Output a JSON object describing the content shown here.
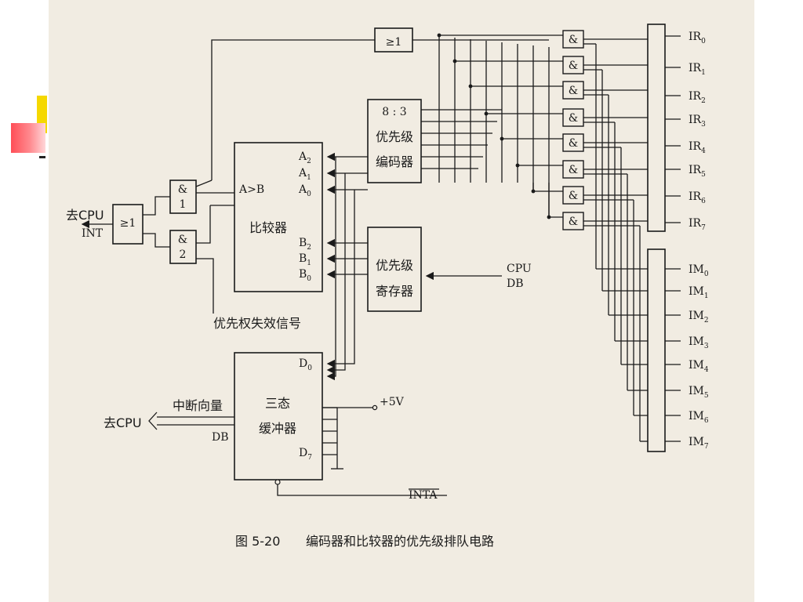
{
  "figure": {
    "caption_prefix": "图 5-20",
    "caption_text": "编码器和比较器的优先级排队电路"
  },
  "blocks": {
    "or_top": "≥1",
    "encoder": [
      "8 : 3",
      "优先级",
      "编码器"
    ],
    "comparator": {
      "title": "比较器",
      "cmp_label": "A>B"
    },
    "priority_register": [
      "优先级",
      "寄存器"
    ],
    "tristate_buffer": [
      "三态",
      "缓冲器"
    ],
    "or_out": "≥1",
    "and_gate_symbol": "&",
    "and1_num": "1",
    "and2_num": "2"
  },
  "pins": {
    "a": [
      {
        "base": "A",
        "sub": "2"
      },
      {
        "base": "A",
        "sub": "1"
      },
      {
        "base": "A",
        "sub": "0"
      }
    ],
    "b": [
      {
        "base": "B",
        "sub": "2"
      },
      {
        "base": "B",
        "sub": "1"
      },
      {
        "base": "B",
        "sub": "0"
      }
    ],
    "d0": {
      "base": "D",
      "sub": "0"
    },
    "d7": {
      "base": "D",
      "sub": "7"
    }
  },
  "labels": {
    "to_cpu_int": "去CPU",
    "int": "INT",
    "priority_invalid": "优先权失效信号",
    "vector": "中断向量",
    "to_cpu_db": "去CPU",
    "db_bottom": "DB",
    "cpu": "CPU",
    "db_reg": "DB",
    "plus5v": "+5V",
    "inta": "INTA"
  },
  "ir": [
    {
      "base": "IR",
      "sub": "0"
    },
    {
      "base": "IR",
      "sub": "1"
    },
    {
      "base": "IR",
      "sub": "2"
    },
    {
      "base": "IR",
      "sub": "3"
    },
    {
      "base": "IR",
      "sub": "4"
    },
    {
      "base": "IR",
      "sub": "5"
    },
    {
      "base": "IR",
      "sub": "6"
    },
    {
      "base": "IR",
      "sub": "7"
    }
  ],
  "im": [
    {
      "base": "IM",
      "sub": "0"
    },
    {
      "base": "IM",
      "sub": "1"
    },
    {
      "base": "IM",
      "sub": "2"
    },
    {
      "base": "IM",
      "sub": "3"
    },
    {
      "base": "IM",
      "sub": "4"
    },
    {
      "base": "IM",
      "sub": "5"
    },
    {
      "base": "IM",
      "sub": "6"
    },
    {
      "base": "IM",
      "sub": "7"
    }
  ]
}
